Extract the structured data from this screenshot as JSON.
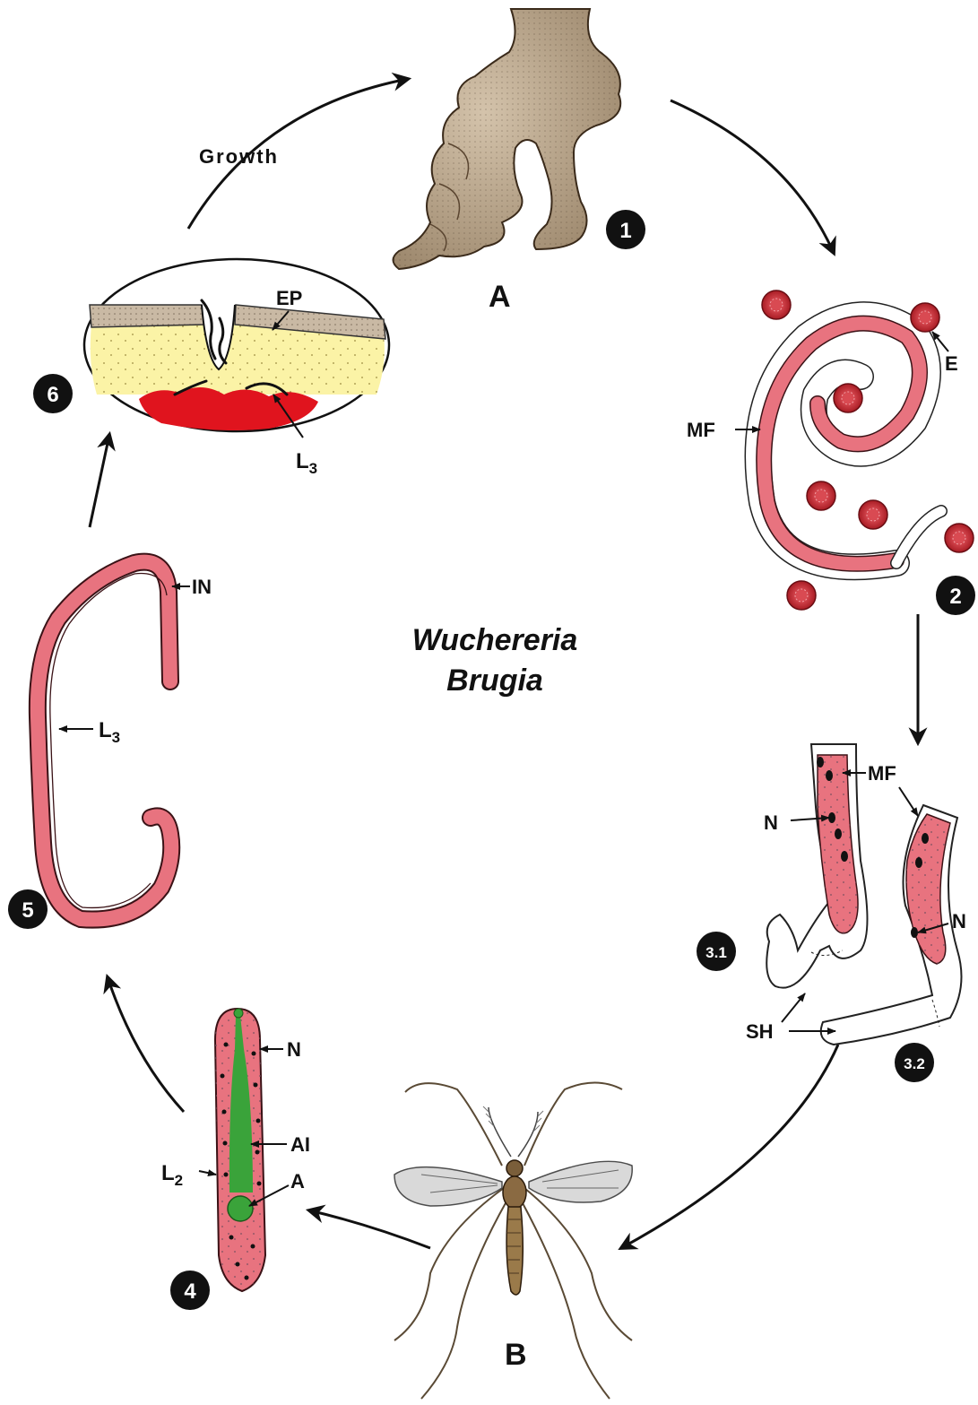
{
  "center": {
    "line1": "Wuchereria",
    "line2": "Brugia"
  },
  "hosts": {
    "human": "A",
    "mosquito": "B"
  },
  "cycle_label": "Growth",
  "steps": [
    "1",
    "2",
    "3.1",
    "3.2",
    "4",
    "5",
    "6"
  ],
  "labels": {
    "ep": "EP",
    "l3_skin_L": "L",
    "l3_skin_sub": "3",
    "e": "E",
    "mf_blood": "MF",
    "mf_gut": "MF",
    "n_gut1": "N",
    "n_gut2": "N",
    "sh": "SH",
    "in": "IN",
    "l3_larva_L": "L",
    "l3_larva_sub": "3",
    "n_l2": "N",
    "ai": "AI",
    "a": "A",
    "l2_L": "L",
    "l2_sub": "2"
  },
  "colors": {
    "worm_fill": "#e8737f",
    "worm_outline": "#3a1216",
    "blood_cell": "#b0242c",
    "gut": "#3aa33a",
    "skin_yellow": "#fbf3a6",
    "skin_blood": "#e0141e",
    "epidermis": "#c9b9a4",
    "leg": "#bda98f"
  }
}
